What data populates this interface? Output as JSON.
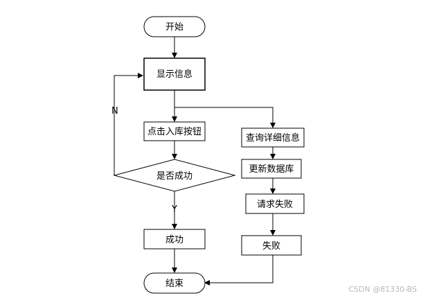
{
  "nodes": {
    "start": "开始",
    "show_info": "显示信息",
    "click_inbound": "点击入库按钮",
    "is_success": "是否成功",
    "success": "成功",
    "end": "结束",
    "query_detail": "查询详细信息",
    "update_db": "更新数据库",
    "request_fail": "请求失败",
    "fail": "失败"
  },
  "edge_labels": {
    "no": "N",
    "yes": "Y"
  },
  "watermark": "CSDN @81330-BS"
}
